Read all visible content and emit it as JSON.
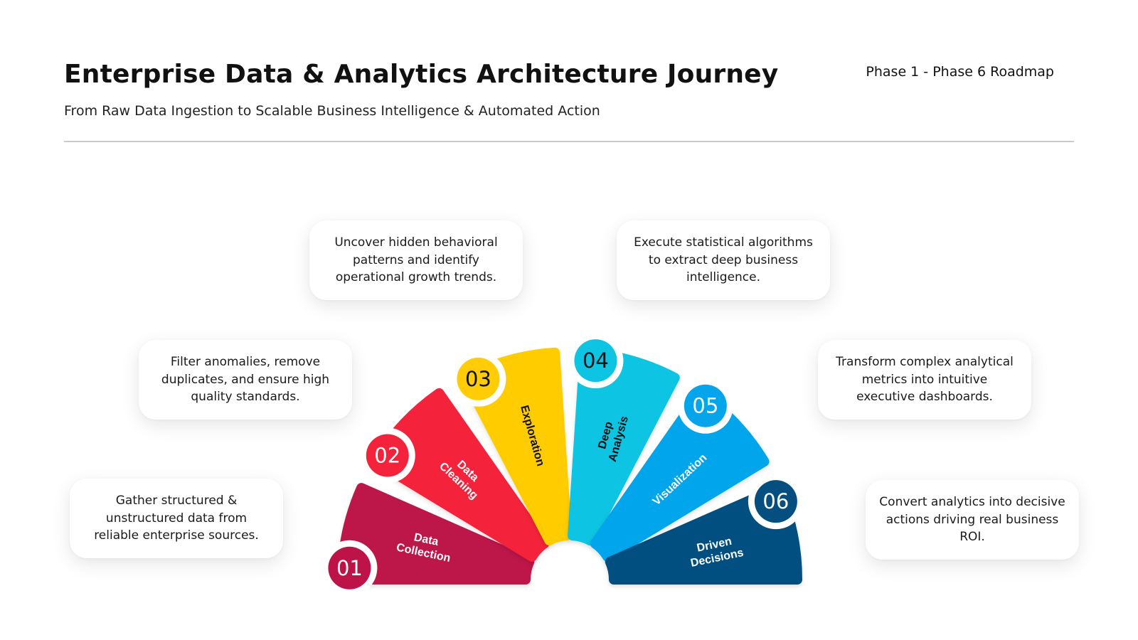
{
  "header": {
    "title": "Enterprise Data & Analytics Architecture Journey",
    "subtitle": "From Raw Data Ingestion to Scalable Business Intelligence & Automated Action",
    "phase_range": "Phase 1 - Phase 6 Roadmap"
  },
  "steps": [
    {
      "number": "01",
      "label_lines": [
        "Data",
        "Collection"
      ],
      "description": "Gather structured & unstructured data from reliable enterprise sources.",
      "color": "#BD1349",
      "text_color": "#ffffff"
    },
    {
      "number": "02",
      "label_lines": [
        "Data",
        "Cleaning"
      ],
      "description": "Filter anomalies, remove duplicates, and ensure high quality standards.",
      "color": "#F4223A",
      "text_color": "#ffffff"
    },
    {
      "number": "03",
      "label_lines": [
        "Exploration"
      ],
      "description": "Uncover hidden behavioral patterns and identify operational growth trends.",
      "color": "#FFCC05",
      "text_color": "#111111"
    },
    {
      "number": "04",
      "label_lines": [
        "Deep",
        "Analysis"
      ],
      "description": "Execute statistical algorithms to extract deep business intelligence.",
      "color": "#0DC4E2",
      "text_color": "#111111"
    },
    {
      "number": "05",
      "label_lines": [
        "Visualization"
      ],
      "description": "Transform complex analytical metrics into intuitive executive dashboards.",
      "color": "#05A5EC",
      "text_color": "#ffffff"
    },
    {
      "number": "06",
      "label_lines": [
        "Driven",
        "Decisions"
      ],
      "description": "Convert analytics into decisive actions driving real business ROI.",
      "color": "#054F80",
      "text_color": "#ffffff"
    }
  ]
}
